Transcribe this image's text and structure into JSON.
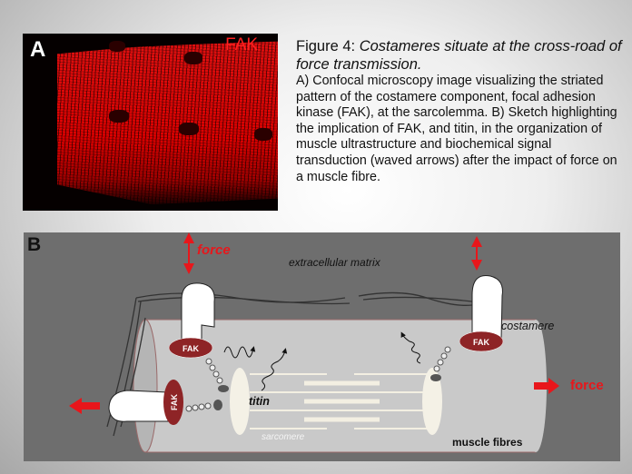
{
  "panel_a": {
    "label": "A",
    "stain_label": "FAK"
  },
  "caption": {
    "figure_label": "Figure 4: ",
    "title": "Costameres situate at the cross-road of force transmission.",
    "body": "A) Confocal microscopy image visualizing the striated pattern of the costamere component, focal adhesion kinase (FAK), at the sarcolemma. B) Sketch highlighting the implication of FAK, and titin, in the organization of muscle ultrastructure and biochemical signal transduction (waved arrows) after the impact of force on a muscle fibre."
  },
  "panel_b": {
    "label": "B",
    "force_top": "force",
    "force_right": "force",
    "extracellular_matrix": "extracellular matrix",
    "costamere": "costamere",
    "fak_left": "FAK",
    "fak_right": "FAK",
    "fak_bottom": "FAK",
    "titin": "titin",
    "sarcomere": "sarcomere",
    "muscle_fibres": "muscle fibres"
  },
  "colors": {
    "force_red": "#e8161b",
    "fak_red": "#8e2426",
    "panel_bg": "#6e6e6e"
  }
}
